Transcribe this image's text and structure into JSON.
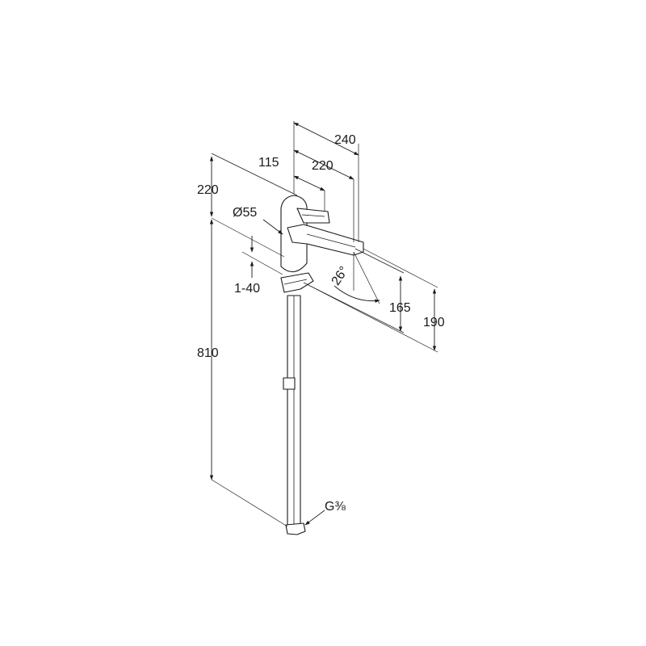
{
  "drawing": {
    "dimensions": {
      "d240": "240",
      "d220_top": "220",
      "d115": "115",
      "d220_left": "220",
      "d55": "Ø55",
      "d1_40": "1-40",
      "d26": "26°",
      "d165": "165",
      "d190": "190",
      "d810": "810",
      "thread": "G⅜"
    }
  }
}
